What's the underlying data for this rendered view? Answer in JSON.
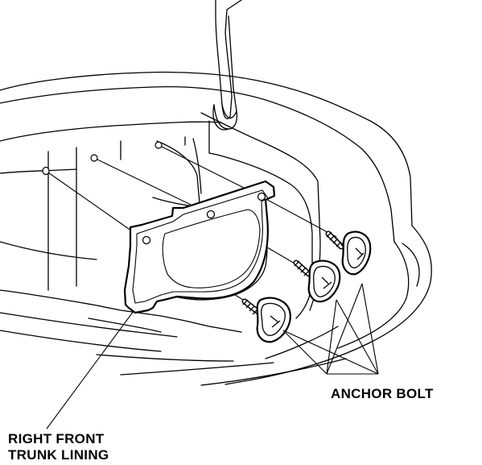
{
  "diagram": {
    "style": "technical line drawing",
    "stroke_color": "#000000",
    "background_color": "#ffffff",
    "callouts": {
      "anchor_bolt": "ANCHOR BOLT",
      "right_front_trunk_lining_line1": "RIGHT FRONT",
      "right_front_trunk_lining_line2": "TRUNK LINING"
    },
    "anchor_bolt_count": 3
  }
}
